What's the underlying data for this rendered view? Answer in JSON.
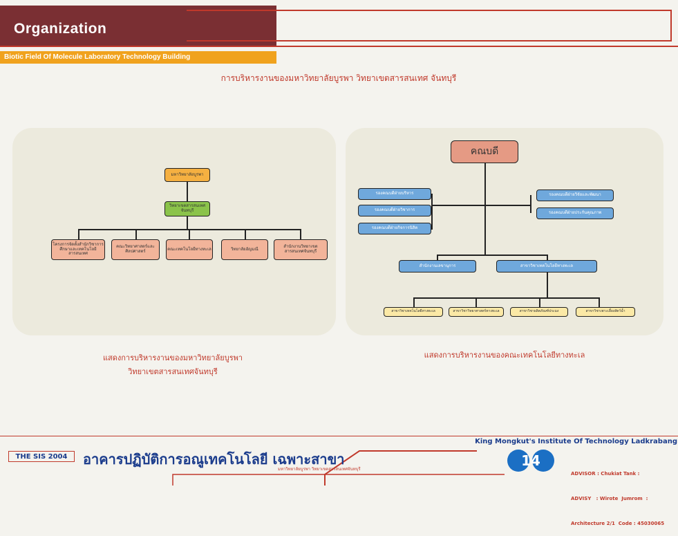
{
  "header": {
    "title": "Organization",
    "subtitle": "Biotic Field Of Molecule Laboratory Technology Building"
  },
  "main_caption": "การบริหารงานของมหาวิทยาลัยบูรพา วิทยาเขตสารสนเทศ จันทบุรี",
  "left_chart": {
    "top": "มหาวิทยาลัยบูรพา",
    "middle": "วิทยาเขตสารสนเทศจันทบุรี",
    "units": [
      "โครงการจัดตั้งสำนักวิชาการศึกษาและเทคโนโลยีสารสนเทศ",
      "คณะวิทยาศาสตร์และศิลปศาสตร์",
      "คณะเทคโนโลยีทางทะเล",
      "วิทยาลัยอัญมณี",
      "สำนักงานวิทยาเขตสารสนเทศจันทบุรี"
    ],
    "caption_line1": "แสดงการบริหารงานของมหาวิทยาลัยบูรพา",
    "caption_line2": "วิทยาเขตสารสนเทศจันทบุรี"
  },
  "right_chart": {
    "top": "คณบดี",
    "left_deputies": [
      "รองคณบดีฝ่ายบริหาร",
      "รองคณบดีฝ่ายวิชาการ",
      "รองคณบดีฝ่ายกิจการนิสิต"
    ],
    "right_deputies": [
      "รองคณบดีฝ่ายวิจัยและพัฒนา",
      "รองคณบดีฝ่ายประกันคุณภาพ"
    ],
    "mid": [
      "สำนักงานเลขานุการ",
      "สาขาวิชาเทคโนโลยีทางทะเล"
    ],
    "programs": [
      "สาขาวิชาเทคโนโลยีทางทะเล",
      "สาขาวิชาวิทยาศาสตร์ทางทะเล",
      "สาขาวิชาผลิตภัณฑ์ประมง",
      "สาขาวิชาเพาะเลี้ยงสัตว์น้ำ"
    ],
    "caption": "แสดงการบริหารงานของคณะเทคโนโลยีทางทะเล"
  },
  "footer": {
    "badge": "THE SIS 2004",
    "title": "อาคารปฏิบัติการอณูเทคโนโลยี เฉพาะสาขา",
    "small": "มหาวิทยาลัยบูรพา วิทยาเขตสารสนเทศจันทบุรี",
    "institute": "King Mongkut's Institute Of Technology Ladkrabang",
    "page_number": "14",
    "advisor": "ADVISOR : Chukiat Tank :",
    "advisy": "ADVISY   : Wirote  Jumrom  :",
    "course": "Architecture 2/1  Code : 45030065"
  },
  "colors": {
    "maroon": "#7a2f33",
    "orange": "#f0a21d",
    "red": "#c0392b",
    "navy": "#1b3c8c",
    "blue_box": "#6fa8dc",
    "green_box": "#8bc34a",
    "salmon_box": "#f2b49a"
  }
}
